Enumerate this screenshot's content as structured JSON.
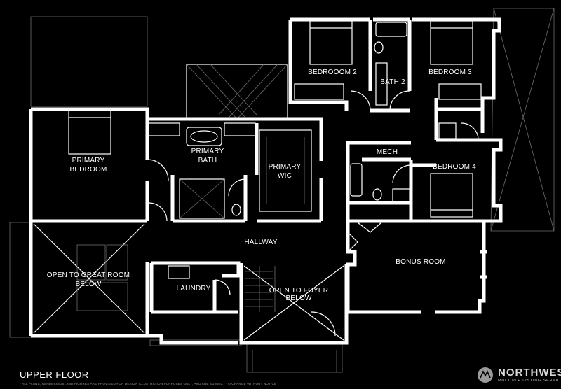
{
  "rooms": {
    "bedroom2": "BEDROOOM 2",
    "bath2": "BATH 2",
    "bedroom3": "BEDROOM 3",
    "primary_bedroom_line1": "PRIMARY",
    "primary_bedroom_line2": "BEDROOM",
    "primary_bath_line1": "PRIMARY",
    "primary_bath_line2": "BATH",
    "primary_wic_line1": "PRIMARY",
    "primary_wic_line2": "WIC",
    "mech": "MECH",
    "bedroom4": "BEDROOM 4",
    "hallway": "HALLWAY",
    "bonus_room": "BONUS ROOM",
    "open_great_line1": "OPEN TO GREAT ROOM",
    "open_great_line2": "BELOW",
    "laundry": "LAUNDRY",
    "open_foyer_line1": "OPEN TO FOYER",
    "open_foyer_line2": "BELOW"
  },
  "footer": {
    "floor_title": "UPPER FLOOR",
    "disclaimer": "* ALL PLANS, RENDERINGS, AND FIGURES ARE PROVIDED FOR DESIGN ILLUSTRATION PURPOSES ONLY, AND ARE SUBJECT TO CHANGE WITHOUT NOTICE"
  },
  "brand": {
    "name": "NORTHWEST",
    "sub": "MULTIPLE LISTING SERVICE"
  }
}
